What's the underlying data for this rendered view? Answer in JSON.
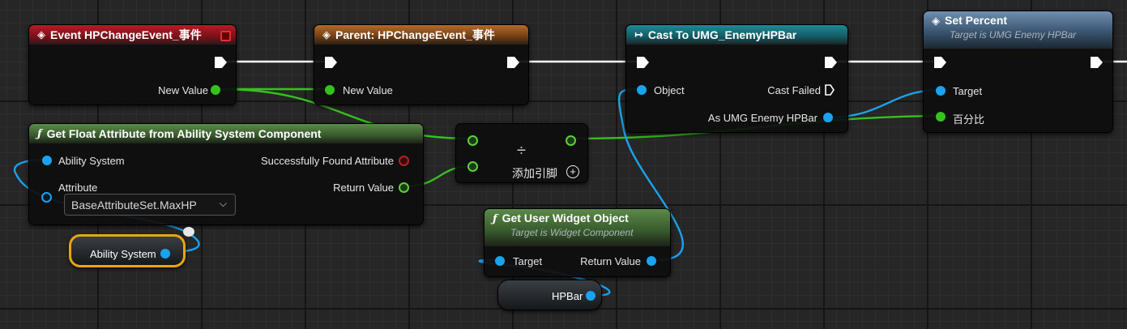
{
  "nodes": {
    "event": {
      "title": "Event HPChangeEvent_事件",
      "new_value": "New Value"
    },
    "parent": {
      "title": "Parent: HPChangeEvent_事件",
      "new_value": "New Value"
    },
    "cast": {
      "title": "Cast To UMG_EnemyHPBar",
      "object": "Object",
      "cast_failed": "Cast Failed",
      "as_result": "As UMG Enemy HPBar"
    },
    "set_percent": {
      "title": "Set Percent",
      "subtitle": "Target is UMG Enemy HPBar",
      "target": "Target",
      "percent": "百分比"
    },
    "get_attr": {
      "title": "Get Float Attribute from Ability System Component",
      "ability_system": "Ability System",
      "found": "Successfully Found Attribute",
      "attribute": "Attribute",
      "attribute_value": "BaseAttributeSet.MaxHP",
      "return_value": "Return Value"
    },
    "divide": {
      "symbol": "÷",
      "add_pin": "添加引脚"
    },
    "get_widget": {
      "title": "Get User Widget Object",
      "subtitle": "Target is Widget Component",
      "target": "Target",
      "return_value": "Return Value"
    },
    "var_ability": {
      "label": "Ability System"
    },
    "var_hpbar": {
      "label": "HPBar"
    }
  },
  "icons": {
    "event": "event-diamond-icon",
    "function": "function-f-icon",
    "cast": "cast-arrow-icon"
  },
  "colors": {
    "exec": "#ffffff",
    "object_pin": "#1aa3ee",
    "float_pin": "#35c21d",
    "selection": "#e8a514"
  }
}
